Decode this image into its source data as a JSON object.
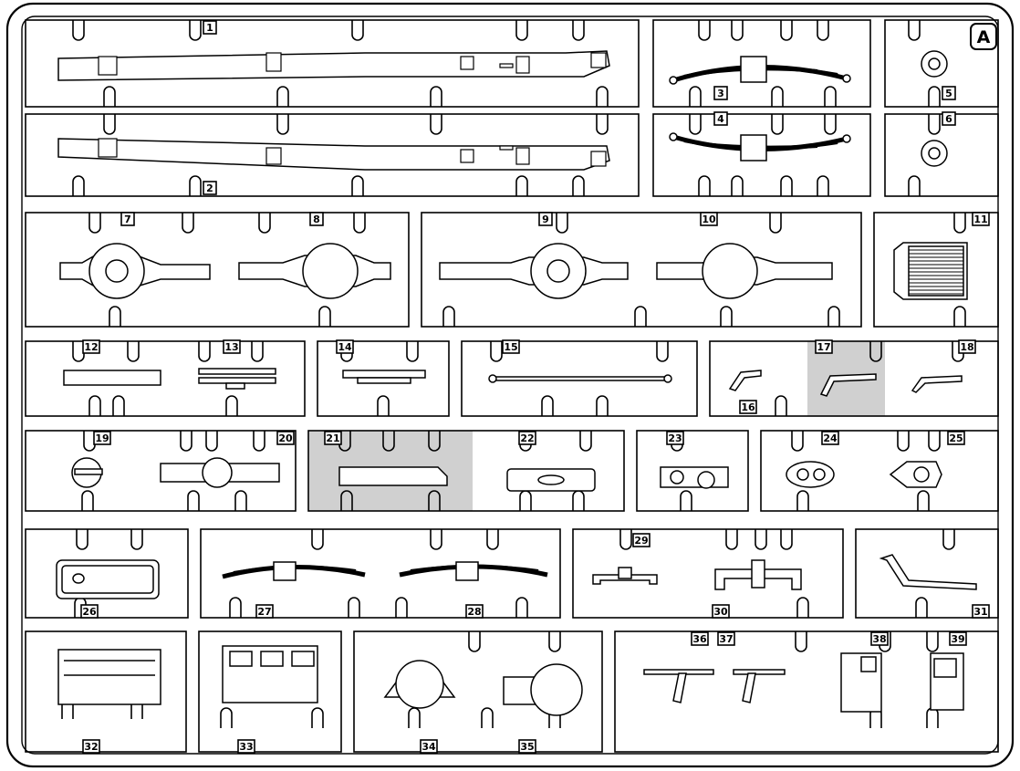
{
  "sheet": {
    "letter": "A",
    "highlight_color": "#d0d0d0",
    "line_color": "#000000"
  },
  "parts": [
    {
      "number": "1",
      "name": "frame-rail"
    },
    {
      "number": "2",
      "name": "frame-rail"
    },
    {
      "number": "3",
      "name": "leaf-spring"
    },
    {
      "number": "4",
      "name": "leaf-spring"
    },
    {
      "number": "5",
      "name": "spring-hanger"
    },
    {
      "number": "6",
      "name": "spring-hanger"
    },
    {
      "number": "7",
      "name": "axle-housing"
    },
    {
      "number": "8",
      "name": "axle-housing"
    },
    {
      "number": "9",
      "name": "axle-housing"
    },
    {
      "number": "10",
      "name": "axle-housing"
    },
    {
      "number": "11",
      "name": "radiator"
    },
    {
      "number": "12",
      "name": "cross-member"
    },
    {
      "number": "13",
      "name": "cross-member"
    },
    {
      "number": "14",
      "name": "cross-member"
    },
    {
      "number": "15",
      "name": "tie-rod"
    },
    {
      "number": "16",
      "name": "steering-arm"
    },
    {
      "number": "17",
      "name": "steering-arm",
      "highlighted": true
    },
    {
      "number": "18",
      "name": "steering-arm"
    },
    {
      "number": "19",
      "name": "cap"
    },
    {
      "number": "20",
      "name": "axle-mount"
    },
    {
      "number": "21",
      "name": "bumper-bar",
      "highlighted": true
    },
    {
      "number": "22",
      "name": "cross-tube"
    },
    {
      "number": "23",
      "name": "bracket"
    },
    {
      "number": "24",
      "name": "gear-housing"
    },
    {
      "number": "25",
      "name": "gear-housing"
    },
    {
      "number": "26",
      "name": "oil-pan"
    },
    {
      "number": "27",
      "name": "leaf-spring"
    },
    {
      "number": "28",
      "name": "leaf-spring"
    },
    {
      "number": "29",
      "name": "manifold"
    },
    {
      "number": "30",
      "name": "manifold"
    },
    {
      "number": "31",
      "name": "rod"
    },
    {
      "number": "32",
      "name": "engine-block-side"
    },
    {
      "number": "33",
      "name": "engine-block-side"
    },
    {
      "number": "34",
      "name": "bell-housing"
    },
    {
      "number": "35",
      "name": "bell-housing-cover"
    },
    {
      "number": "36",
      "name": "lever"
    },
    {
      "number": "37",
      "name": "lever"
    },
    {
      "number": "38",
      "name": "transmission"
    },
    {
      "number": "39",
      "name": "transmission"
    }
  ]
}
